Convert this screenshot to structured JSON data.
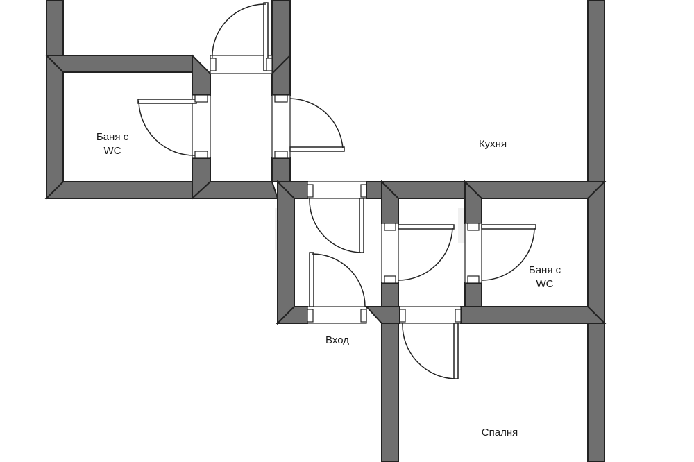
{
  "plan": {
    "wall_color": "#6f6f6f",
    "outline_color": "#222222",
    "background_color": "#ffffff"
  },
  "rooms": {
    "bath_left": {
      "line1": "Баня с",
      "line2": "WC"
    },
    "kitchen": {
      "name": "Кухня"
    },
    "bath_right": {
      "line1": "Баня с",
      "line2": "WC"
    },
    "entrance": {
      "name": "Вход"
    },
    "bedroom": {
      "name": "Спалня"
    }
  }
}
